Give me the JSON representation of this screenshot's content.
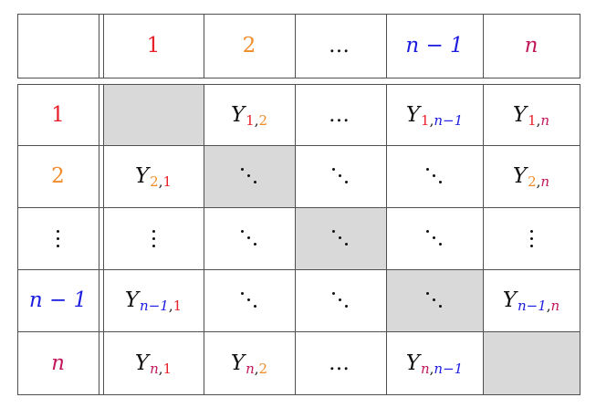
{
  "header": {
    "corner": "",
    "cols": [
      {
        "text": "1",
        "color": "#e8202a"
      },
      {
        "text": "2",
        "color": "#f28c28"
      },
      {
        "text": "…",
        "color": "#111111"
      },
      {
        "text": "n − 1",
        "color": "#1d1de0"
      },
      {
        "text": "n",
        "color": "#c2185b"
      }
    ]
  },
  "row_labels": [
    {
      "text": "1",
      "color": "#e8202a"
    },
    {
      "text": "2",
      "color": "#f28c28"
    },
    {
      "text": "⋮",
      "color": "#111111"
    },
    {
      "text": "n − 1",
      "color": "#1d1de0"
    },
    {
      "text": "n",
      "color": "#c2185b"
    }
  ],
  "matrix": [
    [
      {
        "kind": "empty",
        "gray": true
      },
      {
        "kind": "entry",
        "base": "Y",
        "sub": [
          {
            "t": "1",
            "c": "#e8202a"
          },
          {
            "t": ",",
            "c": "#111111"
          },
          {
            "t": "2",
            "c": "#f28c28"
          }
        ]
      },
      {
        "kind": "hdots"
      },
      {
        "kind": "entry",
        "base": "Y",
        "sub": [
          {
            "t": "1",
            "c": "#e8202a"
          },
          {
            "t": ",",
            "c": "#111111"
          },
          {
            "t": "n−1",
            "c": "#1d1de0"
          }
        ]
      },
      {
        "kind": "entry",
        "base": "Y",
        "sub": [
          {
            "t": "1",
            "c": "#e8202a"
          },
          {
            "t": ",",
            "c": "#111111"
          },
          {
            "t": "n",
            "c": "#c2185b"
          }
        ]
      }
    ],
    [
      {
        "kind": "entry",
        "base": "Y",
        "sub": [
          {
            "t": "2",
            "c": "#f28c28"
          },
          {
            "t": ",",
            "c": "#111111"
          },
          {
            "t": "1",
            "c": "#e8202a"
          }
        ]
      },
      {
        "kind": "ddots",
        "gray": true
      },
      {
        "kind": "ddots"
      },
      {
        "kind": "ddots"
      },
      {
        "kind": "entry",
        "base": "Y",
        "sub": [
          {
            "t": "2",
            "c": "#f28c28"
          },
          {
            "t": ",",
            "c": "#111111"
          },
          {
            "t": "n",
            "c": "#c2185b"
          }
        ]
      }
    ],
    [
      {
        "kind": "vdots"
      },
      {
        "kind": "vdots"
      },
      {
        "kind": "ddots"
      },
      {
        "kind": "ddots",
        "gray": true
      },
      {
        "kind": "ddots"
      },
      {
        "kind": "vdots"
      }
    ],
    [
      {
        "kind": "entry",
        "base": "Y",
        "sub": [
          {
            "t": "n−1",
            "c": "#1d1de0"
          },
          {
            "t": ",",
            "c": "#111111"
          },
          {
            "t": "1",
            "c": "#e8202a"
          }
        ]
      },
      {
        "kind": "ddots"
      },
      {
        "kind": "ddots"
      },
      {
        "kind": "ddots",
        "gray": true
      },
      {
        "kind": "entry",
        "base": "Y",
        "sub": [
          {
            "t": "n−1",
            "c": "#1d1de0"
          },
          {
            "t": ",",
            "c": "#111111"
          },
          {
            "t": "n",
            "c": "#c2185b"
          }
        ]
      }
    ],
    [
      {
        "kind": "entry",
        "base": "Y",
        "sub": [
          {
            "t": "n",
            "c": "#c2185b"
          },
          {
            "t": ",",
            "c": "#111111"
          },
          {
            "t": "1",
            "c": "#e8202a"
          }
        ]
      },
      {
        "kind": "entry",
        "base": "Y",
        "sub": [
          {
            "t": "n",
            "c": "#c2185b"
          },
          {
            "t": ",",
            "c": "#111111"
          },
          {
            "t": "2",
            "c": "#f28c28"
          }
        ]
      },
      {
        "kind": "hdots"
      },
      {
        "kind": "entry",
        "base": "Y",
        "sub": [
          {
            "t": "n",
            "c": "#c2185b"
          },
          {
            "t": ",",
            "c": "#111111"
          },
          {
            "t": "n−1",
            "c": "#1d1de0"
          }
        ]
      },
      {
        "kind": "empty",
        "gray": true
      }
    ]
  ]
}
